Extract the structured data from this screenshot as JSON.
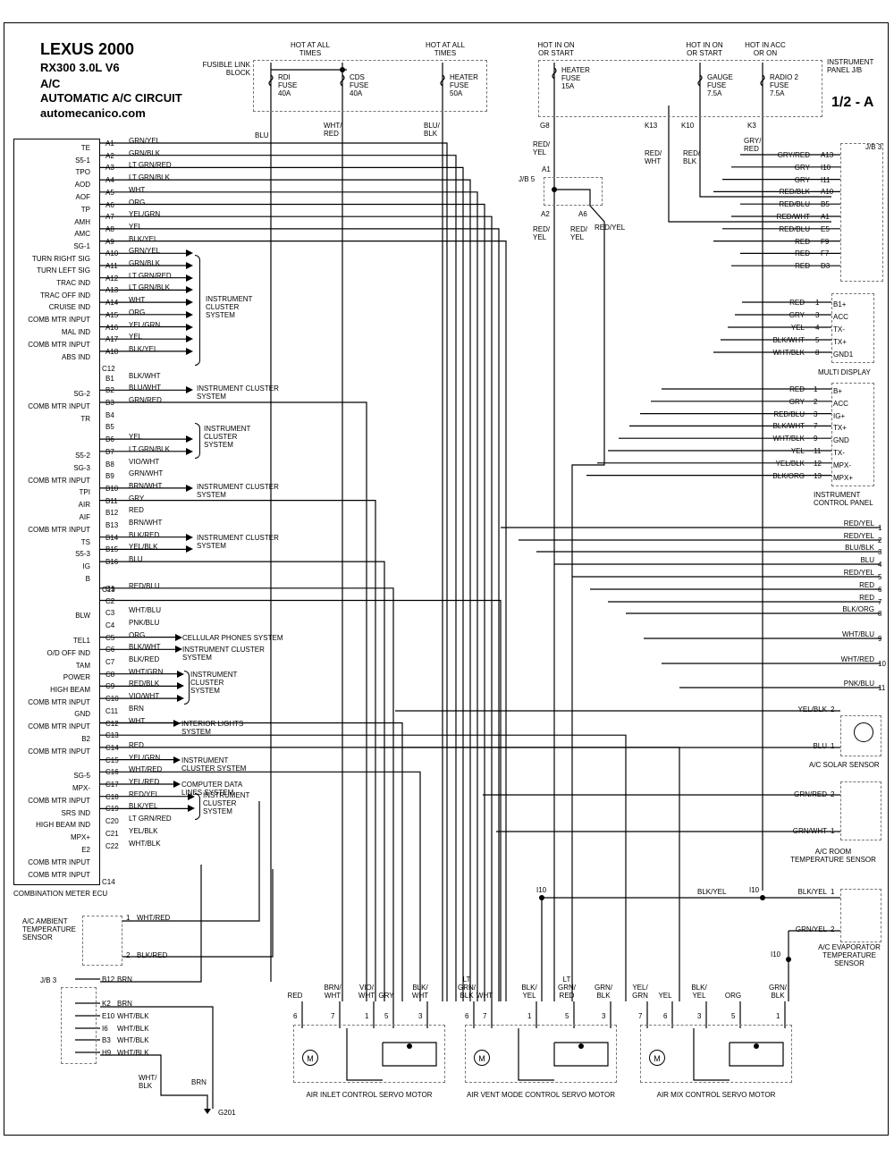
{
  "header": {
    "line1": "LEXUS 2000",
    "line2": "RX300  3.0L  V6",
    "line3": "A/C",
    "line4": "AUTOMATIC A/C CIRCUIT",
    "line5": "automecanico.com",
    "page_id": "1/2 - A"
  },
  "top_labels": {
    "hot_all_1": "HOT AT ALL\nTIMES",
    "hot_all_2": "HOT AT ALL\nTIMES",
    "hot_on_start_1": "HOT IN ON\nOR START",
    "hot_on_start_2": "HOT IN ON\nOR START",
    "hot_acc": "HOT IN ACC\nOR ON",
    "fusible_block": "FUSIBLE LINK\nBLOCK",
    "instrument_jb": "INSTRUMENT\nPANEL J/B"
  },
  "fuses": [
    {
      "label": "RDI\nFUSE\n40A"
    },
    {
      "label": "CDS\nFUSE\n40A"
    },
    {
      "label": "HEATER\nFUSE\n50A"
    },
    {
      "label": "HEATER\nFUSE\n15A"
    },
    {
      "label": "GAUGE\nFUSE\n7.5A"
    },
    {
      "label": "RADIO 2\nFUSE\n7.5A"
    }
  ],
  "top_wire_labels": [
    "BLU",
    "WHT/\nRED",
    "BLU/\nBLK",
    "G8",
    "K13",
    "K10",
    "K3",
    "RED/\nYEL",
    "RED/\nWHT",
    "RED/\nBLK",
    "GRY/\nRED",
    "A1",
    "J/B 5",
    "A2",
    "A6",
    "RED/\nYEL",
    "RED/\nYEL",
    "RED/YEL"
  ],
  "ecu": {
    "name": "COMBINATION METER ECU",
    "left_labels": [
      "TE",
      "S5-1",
      "TPO",
      "AOD",
      "AOF",
      "TP",
      "AMH",
      "AMC",
      "SG-1",
      "TURN RIGHT SIG",
      "TURN LEFT SIG",
      "TRAC IND",
      "TRAC OFF IND",
      "CRUISE IND",
      "COMB MTR INPUT",
      "MAL IND",
      "COMB MTR INPUT",
      "ABS IND",
      "SG-2",
      "COMB MTR INPUT",
      "TR",
      "S5-2",
      "SG-3",
      "COMB MTR INPUT",
      "TPI",
      "AIR",
      "AIF",
      "COMB MTR INPUT",
      "TS",
      "S5-3",
      "IG",
      "B",
      "BLW",
      "TEL1",
      "O/D OFF IND",
      "TAM",
      "POWER",
      "HIGH BEAM",
      "COMB MTR INPUT",
      "GND",
      "COMB MTR INPUT",
      "B2",
      "COMB MTR INPUT",
      "SG-5",
      "MPX-",
      "COMB MTR INPUT",
      "SRS IND",
      "HIGH BEAM IND",
      "MPX+",
      "E2",
      "COMB MTR INPUT",
      "COMB MTR INPUT"
    ],
    "connectors": [
      "C12",
      "C13",
      "C14"
    ],
    "pins": [
      {
        "pin": "A1",
        "color": "GRN/YEL"
      },
      {
        "pin": "A2",
        "color": "GRN/BLK"
      },
      {
        "pin": "A3",
        "color": "LT GRN/RED"
      },
      {
        "pin": "A4",
        "color": "LT GRN/BLK"
      },
      {
        "pin": "A5",
        "color": "WHT"
      },
      {
        "pin": "A6",
        "color": "ORG"
      },
      {
        "pin": "A7",
        "color": "YEL/GRN"
      },
      {
        "pin": "A8",
        "color": "YEL"
      },
      {
        "pin": "A9",
        "color": "BLK/YEL"
      },
      {
        "pin": "A10",
        "color": "GRN/YEL"
      },
      {
        "pin": "A11",
        "color": "GRN/BLK"
      },
      {
        "pin": "A12",
        "color": "LT GRN/RED"
      },
      {
        "pin": "A13",
        "color": "LT GRN/BLK"
      },
      {
        "pin": "A14",
        "color": "WHT"
      },
      {
        "pin": "A15",
        "color": "ORG"
      },
      {
        "pin": "A16",
        "color": "YEL/GRN"
      },
      {
        "pin": "A17",
        "color": "YEL"
      },
      {
        "pin": "A18",
        "color": "BLK/YEL"
      },
      {
        "pin": "B1",
        "color": "BLK/WHT"
      },
      {
        "pin": "B2",
        "color": "BLU/WHT"
      },
      {
        "pin": "B3",
        "color": "GRN/RED"
      },
      {
        "pin": "B4",
        "color": ""
      },
      {
        "pin": "B5",
        "color": ""
      },
      {
        "pin": "B6",
        "color": "YEL"
      },
      {
        "pin": "B7",
        "color": "LT GRN/BLK"
      },
      {
        "pin": "B8",
        "color": "VIO/WHT"
      },
      {
        "pin": "B9",
        "color": "GRN/WHT"
      },
      {
        "pin": "B10",
        "color": "BRN/WHT"
      },
      {
        "pin": "B11",
        "color": "GRY"
      },
      {
        "pin": "B12",
        "color": "RED"
      },
      {
        "pin": "B13",
        "color": "BRN/WHT"
      },
      {
        "pin": "B14",
        "color": "BLK/RED"
      },
      {
        "pin": "B15",
        "color": "YEL/BLK"
      },
      {
        "pin": "B16",
        "color": "BLU"
      },
      {
        "pin": "C1",
        "color": "RED/BLU"
      },
      {
        "pin": "C2",
        "color": ""
      },
      {
        "pin": "C3",
        "color": "WHT/BLU"
      },
      {
        "pin": "C4",
        "color": "PNK/BLU"
      },
      {
        "pin": "C5",
        "color": "ORG"
      },
      {
        "pin": "C6",
        "color": "BLK/WHT"
      },
      {
        "pin": "C7",
        "color": "BLK/RED"
      },
      {
        "pin": "C8",
        "color": "WHT/GRN"
      },
      {
        "pin": "C9",
        "color": "RED/BLK"
      },
      {
        "pin": "C10",
        "color": "VIO/WHT"
      },
      {
        "pin": "C11",
        "color": "BRN"
      },
      {
        "pin": "C12",
        "color": "WHT"
      },
      {
        "pin": "C13",
        "color": ""
      },
      {
        "pin": "C14",
        "color": "RED"
      },
      {
        "pin": "C15",
        "color": "YEL/GRN"
      },
      {
        "pin": "C16",
        "color": "WHT/RED"
      },
      {
        "pin": "C17",
        "color": "YEL/RED"
      },
      {
        "pin": "C18",
        "color": "RED/YEL"
      },
      {
        "pin": "C19",
        "color": "BLK/YEL"
      },
      {
        "pin": "C20",
        "color": "LT GRN/RED"
      },
      {
        "pin": "C21",
        "color": "YEL/BLK"
      },
      {
        "pin": "C22",
        "color": "WHT/BLK"
      }
    ],
    "side_systems": [
      "INSTRUMENT\nCLUSTER\nSYSTEM",
      "INSTRUMENT CLUSTER\nSYSTEM",
      "INSTRUMENT\nCLUSTER\nSYSTEM",
      "INSTRUMENT CLUSTER\nSYSTEM",
      "INSTRUMENT CLUSTER\nSYSTEM",
      "CELLULAR PHONES SYSTEM",
      "INSTRUMENT CLUSTER\nSYSTEM",
      "INSTRUMENT\nCLUSTER\nSYSTEM",
      "INTERIOR LIGHTS\nSYSTEM",
      "INSTRUMENT\nCLUSTER SYSTEM",
      "COMPUTER DATA\nLINES SYSTEM",
      "INSTRUMENT\nCLUSTER\nSYSTEM"
    ]
  },
  "jb3_right": {
    "name": "J/B 3",
    "rows": [
      {
        "color": "GRY/RED",
        "pin": "A13"
      },
      {
        "color": "GRY",
        "pin": "I10"
      },
      {
        "color": "GRY",
        "pin": "I11"
      },
      {
        "color": "RED/BLK",
        "pin": "A10"
      },
      {
        "color": "RED/BLU",
        "pin": "B5"
      },
      {
        "color": "RED/WHT",
        "pin": "A1"
      },
      {
        "color": "RED/BLU",
        "pin": "E5"
      },
      {
        "color": "RED",
        "pin": "F9"
      },
      {
        "color": "RED",
        "pin": "F7"
      },
      {
        "color": "RED",
        "pin": "D3"
      }
    ]
  },
  "multi_display": {
    "name": "MULTI DISPLAY",
    "rows": [
      {
        "color": "RED",
        "pin": "1",
        "term": "B1+"
      },
      {
        "color": "GRY",
        "pin": "3",
        "term": "ACC"
      },
      {
        "color": "YEL",
        "pin": "4",
        "term": "TX-"
      },
      {
        "color": "BLK/WHT",
        "pin": "5",
        "term": "TX+"
      },
      {
        "color": "WHT/BLK",
        "pin": "8",
        "term": "GND1"
      }
    ]
  },
  "instrument_panel": {
    "name": "INSTRUMENT\nCONTROL PANEL",
    "rows": [
      {
        "color": "RED",
        "pin": "1",
        "term": "B+"
      },
      {
        "color": "GRY",
        "pin": "2",
        "term": "ACC"
      },
      {
        "color": "RED/BLU",
        "pin": "3",
        "term": "IG+"
      },
      {
        "color": "BLK/WHT",
        "pin": "7",
        "term": "TX+"
      },
      {
        "color": "WHT/BLK",
        "pin": "9",
        "term": "GND"
      },
      {
        "color": "YEL",
        "pin": "11",
        "term": "TX-"
      },
      {
        "color": "YEL/BLK",
        "pin": "12",
        "term": "MPX-"
      },
      {
        "color": "BLK/ORG",
        "pin": "13",
        "term": "MPX+"
      }
    ]
  },
  "right_outputs": [
    {
      "color": "RED/YEL",
      "num": "1"
    },
    {
      "color": "RED/YEL",
      "num": "2"
    },
    {
      "color": "BLU/BLK",
      "num": "3"
    },
    {
      "color": "BLU",
      "num": "4"
    },
    {
      "color": "RED/YEL",
      "num": "5"
    },
    {
      "color": "RED",
      "num": "6"
    },
    {
      "color": "RED",
      "num": "7"
    },
    {
      "color": "BLK/ORG",
      "num": "8"
    },
    {
      "color": "WHT/BLU",
      "num": "9"
    },
    {
      "color": "WHT/RED",
      "num": "10"
    },
    {
      "color": "PNK/BLU",
      "num": "11"
    }
  ],
  "sensors": {
    "solar": {
      "name": "A/C SOLAR SENSOR",
      "w1": "YEL/BLK",
      "p1": "2",
      "w2": "BLU",
      "p2": "1"
    },
    "room": {
      "name": "A/C ROOM\nTEMPERATURE SENSOR",
      "w1": "GRN/RED",
      "p1": "2",
      "w2": "GRN/WHT",
      "p2": "1"
    },
    "evap": {
      "name": "A/C EVAPORATOR\nTEMPERATURE\nSENSOR",
      "w1": "BLK/YEL",
      "p1": "1",
      "w2": "GRN/YEL",
      "p2": "2"
    },
    "ambient": {
      "name": "A/C AMBIENT\nTEMPERATURE\nSENSOR",
      "w1": "WHT/RED",
      "p1": "1",
      "w2": "BLK/RED",
      "p2": "2"
    }
  },
  "splices": {
    "i10_left": "I10",
    "i10_right": "I10",
    "i10_lower": "I10",
    "blk_yel": "BLK/YEL"
  },
  "jb3_left": {
    "name": "J/B 3",
    "rows": [
      {
        "pin": "B12",
        "color": "BRN"
      },
      {
        "pin": "K2",
        "color": "BRN"
      },
      {
        "pin": "E10",
        "color": "WHT/BLK"
      },
      {
        "pin": "I6",
        "color": "WHT/BLK"
      },
      {
        "pin": "B3",
        "color": "WHT/BLK"
      },
      {
        "pin": "H9",
        "color": "WHT/BLK"
      }
    ],
    "wht_blk": "WHT/\nBLK",
    "brn": "BRN",
    "ground": "G201"
  },
  "motors": [
    {
      "name": "AIR INLET CONTROL SERVO MOTOR",
      "wires": [
        {
          "c": "RED",
          "p": "6"
        },
        {
          "c": "BRN/\nWHT",
          "p": "7"
        },
        {
          "c": "VIO/\nWHT",
          "p": "1"
        },
        {
          "c": "GRY",
          "p": "5"
        },
        {
          "c": "BLK/\nWHT",
          "p": "3"
        }
      ]
    },
    {
      "name": "AIR VENT MODE CONTROL SERVO MOTOR",
      "wires": [
        {
          "c": "LT\nGRN/\nBLK",
          "p": "6"
        },
        {
          "c": "WHT",
          "p": "7"
        },
        {
          "c": "BLK/\nYEL",
          "p": "1"
        },
        {
          "c": "LT\nGRN/\nRED",
          "p": "5"
        },
        {
          "c": "GRN/\nBLK",
          "p": "3"
        }
      ]
    },
    {
      "name": "AIR MIX CONTROL SERVO MOTOR",
      "wires": [
        {
          "c": "YEL/\nGRN",
          "p": "7"
        },
        {
          "c": "YEL",
          "p": "6"
        },
        {
          "c": "BLK/\nYEL",
          "p": "3"
        },
        {
          "c": "ORG",
          "p": "5"
        },
        {
          "c": "GRN/\nBLK",
          "p": "1"
        }
      ]
    }
  ],
  "motor_symbol": "M"
}
